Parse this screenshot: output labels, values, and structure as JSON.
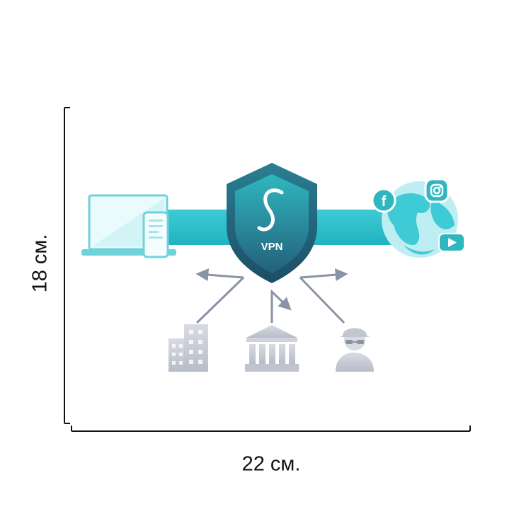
{
  "dimensions": {
    "height_label": "18 см.",
    "width_label": "22 см."
  },
  "shield": {
    "label": "VPN",
    "logo_letter": "S"
  },
  "icons": {
    "left": [
      "laptop-icon",
      "phone-icon"
    ],
    "right": [
      "globe-icon",
      "facebook-icon",
      "instagram-icon",
      "youtube-icon"
    ],
    "bottom": [
      "office-building-icon",
      "government-building-icon",
      "hacker-icon"
    ]
  },
  "colors": {
    "teal": "#29c0cc",
    "teal_light": "#8ee0e6",
    "shield_dark": "#1f5c74",
    "shield_mid": "#2a8b98",
    "arrow_gray": "#8a93a6",
    "icon_gray": "#c9ccd6",
    "frame": "#111111"
  }
}
